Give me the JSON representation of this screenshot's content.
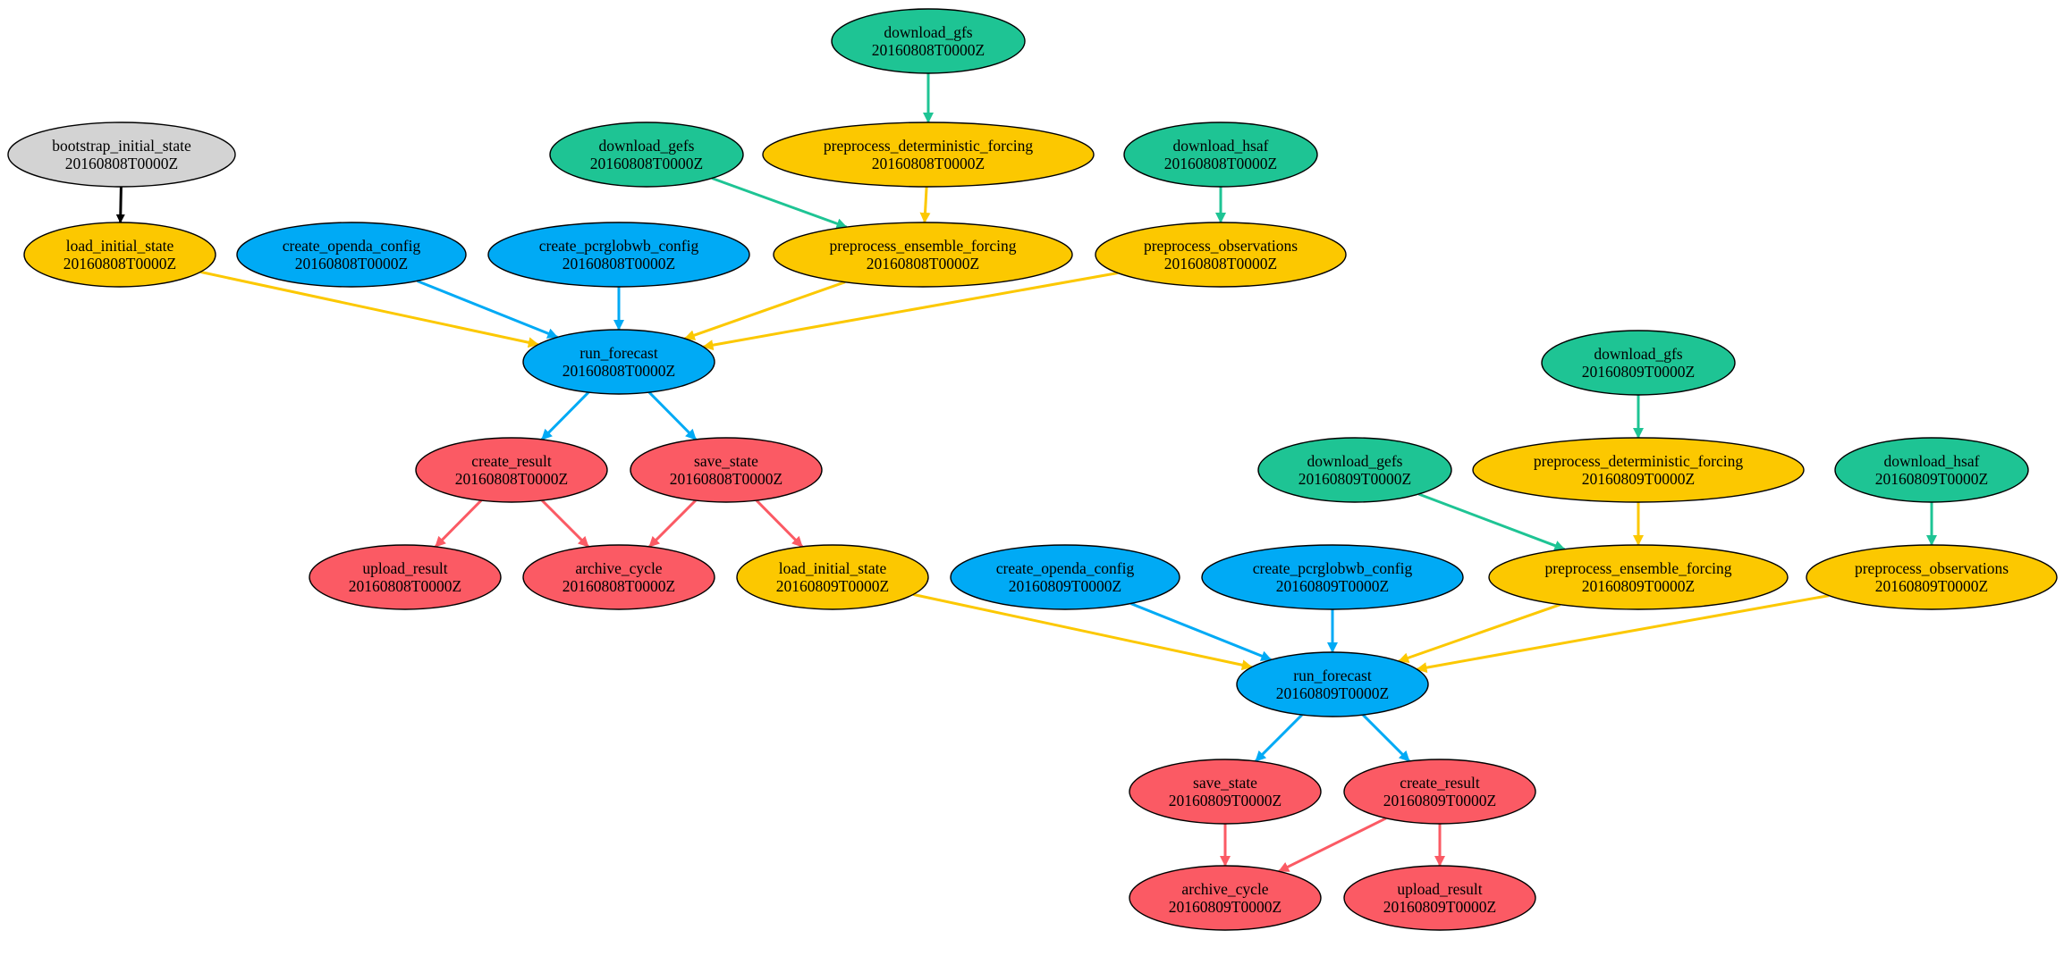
{
  "colors": {
    "teal": "#1ec494",
    "yellow": "#fcc800",
    "blue": "#00aaf5",
    "red": "#fb5a64",
    "grey": "#d3d3d3",
    "black": "#000000"
  },
  "nodes": [
    {
      "id": "bootstrap_0808",
      "name": "bootstrap_initial_state",
      "date": "20160808T0000Z",
      "color": "grey"
    },
    {
      "id": "dl_gfs_0808",
      "name": "download_gfs",
      "date": "20160808T0000Z",
      "color": "teal"
    },
    {
      "id": "dl_gefs_0808",
      "name": "download_gefs",
      "date": "20160808T0000Z",
      "color": "teal"
    },
    {
      "id": "pre_det_0808",
      "name": "preprocess_deterministic_forcing",
      "date": "20160808T0000Z",
      "color": "yellow"
    },
    {
      "id": "dl_hsaf_0808",
      "name": "download_hsaf",
      "date": "20160808T0000Z",
      "color": "teal"
    },
    {
      "id": "load_0808",
      "name": "load_initial_state",
      "date": "20160808T0000Z",
      "color": "yellow"
    },
    {
      "id": "openda_0808",
      "name": "create_openda_config",
      "date": "20160808T0000Z",
      "color": "blue"
    },
    {
      "id": "pcr_0808",
      "name": "create_pcrglobwb_config",
      "date": "20160808T0000Z",
      "color": "blue"
    },
    {
      "id": "pre_ens_0808",
      "name": "preprocess_ensemble_forcing",
      "date": "20160808T0000Z",
      "color": "yellow"
    },
    {
      "id": "pre_obs_0808",
      "name": "preprocess_observations",
      "date": "20160808T0000Z",
      "color": "yellow"
    },
    {
      "id": "run_0808",
      "name": "run_forecast",
      "date": "20160808T0000Z",
      "color": "blue"
    },
    {
      "id": "cres_0808",
      "name": "create_result",
      "date": "20160808T0000Z",
      "color": "red"
    },
    {
      "id": "save_0808",
      "name": "save_state",
      "date": "20160808T0000Z",
      "color": "red"
    },
    {
      "id": "upl_0808",
      "name": "upload_result",
      "date": "20160808T0000Z",
      "color": "red"
    },
    {
      "id": "arch_0808",
      "name": "archive_cycle",
      "date": "20160808T0000Z",
      "color": "red"
    },
    {
      "id": "load_0809",
      "name": "load_initial_state",
      "date": "20160809T0000Z",
      "color": "yellow"
    },
    {
      "id": "dl_gfs_0809",
      "name": "download_gfs",
      "date": "20160809T0000Z",
      "color": "teal"
    },
    {
      "id": "dl_gefs_0809",
      "name": "download_gefs",
      "date": "20160809T0000Z",
      "color": "teal"
    },
    {
      "id": "pre_det_0809",
      "name": "preprocess_deterministic_forcing",
      "date": "20160809T0000Z",
      "color": "yellow"
    },
    {
      "id": "dl_hsaf_0809",
      "name": "download_hsaf",
      "date": "20160809T0000Z",
      "color": "teal"
    },
    {
      "id": "openda_0809",
      "name": "create_openda_config",
      "date": "20160809T0000Z",
      "color": "blue"
    },
    {
      "id": "pcr_0809",
      "name": "create_pcrglobwb_config",
      "date": "20160809T0000Z",
      "color": "blue"
    },
    {
      "id": "pre_ens_0809",
      "name": "preprocess_ensemble_forcing",
      "date": "20160809T0000Z",
      "color": "yellow"
    },
    {
      "id": "pre_obs_0809",
      "name": "preprocess_observations",
      "date": "20160809T0000Z",
      "color": "yellow"
    },
    {
      "id": "run_0809",
      "name": "run_forecast",
      "date": "20160809T0000Z",
      "color": "blue"
    },
    {
      "id": "save_0809",
      "name": "save_state",
      "date": "20160809T0000Z",
      "color": "red"
    },
    {
      "id": "cres_0809",
      "name": "create_result",
      "date": "20160809T0000Z",
      "color": "red"
    },
    {
      "id": "arch_0809",
      "name": "archive_cycle",
      "date": "20160809T0000Z",
      "color": "red"
    },
    {
      "id": "upl_0809",
      "name": "upload_result",
      "date": "20160809T0000Z",
      "color": "red"
    }
  ],
  "edges": [
    {
      "from": "bootstrap_0808",
      "to": "load_0808",
      "color": "black"
    },
    {
      "from": "dl_gfs_0808",
      "to": "pre_det_0808",
      "color": "teal"
    },
    {
      "from": "dl_gefs_0808",
      "to": "pre_ens_0808",
      "color": "teal"
    },
    {
      "from": "pre_det_0808",
      "to": "pre_ens_0808",
      "color": "yellow"
    },
    {
      "from": "dl_hsaf_0808",
      "to": "pre_obs_0808",
      "color": "teal"
    },
    {
      "from": "load_0808",
      "to": "run_0808",
      "color": "yellow"
    },
    {
      "from": "openda_0808",
      "to": "run_0808",
      "color": "blue"
    },
    {
      "from": "pcr_0808",
      "to": "run_0808",
      "color": "blue"
    },
    {
      "from": "pre_ens_0808",
      "to": "run_0808",
      "color": "yellow"
    },
    {
      "from": "pre_obs_0808",
      "to": "run_0808",
      "color": "yellow"
    },
    {
      "from": "run_0808",
      "to": "cres_0808",
      "color": "blue"
    },
    {
      "from": "run_0808",
      "to": "save_0808",
      "color": "blue"
    },
    {
      "from": "cres_0808",
      "to": "upl_0808",
      "color": "red"
    },
    {
      "from": "cres_0808",
      "to": "arch_0808",
      "color": "red"
    },
    {
      "from": "save_0808",
      "to": "arch_0808",
      "color": "red"
    },
    {
      "from": "save_0808",
      "to": "load_0809",
      "color": "red"
    },
    {
      "from": "dl_gfs_0809",
      "to": "pre_det_0809",
      "color": "teal"
    },
    {
      "from": "dl_gefs_0809",
      "to": "pre_ens_0809",
      "color": "teal"
    },
    {
      "from": "pre_det_0809",
      "to": "pre_ens_0809",
      "color": "yellow"
    },
    {
      "from": "dl_hsaf_0809",
      "to": "pre_obs_0809",
      "color": "teal"
    },
    {
      "from": "load_0809",
      "to": "run_0809",
      "color": "yellow"
    },
    {
      "from": "openda_0809",
      "to": "run_0809",
      "color": "blue"
    },
    {
      "from": "pcr_0809",
      "to": "run_0809",
      "color": "blue"
    },
    {
      "from": "pre_ens_0809",
      "to": "run_0809",
      "color": "yellow"
    },
    {
      "from": "pre_obs_0809",
      "to": "run_0809",
      "color": "yellow"
    },
    {
      "from": "run_0809",
      "to": "save_0809",
      "color": "blue"
    },
    {
      "from": "run_0809",
      "to": "cres_0809",
      "color": "blue"
    },
    {
      "from": "save_0809",
      "to": "arch_0809",
      "color": "red"
    },
    {
      "from": "cres_0809",
      "to": "arch_0809",
      "color": "red"
    },
    {
      "from": "cres_0809",
      "to": "upl_0809",
      "color": "red"
    }
  ]
}
